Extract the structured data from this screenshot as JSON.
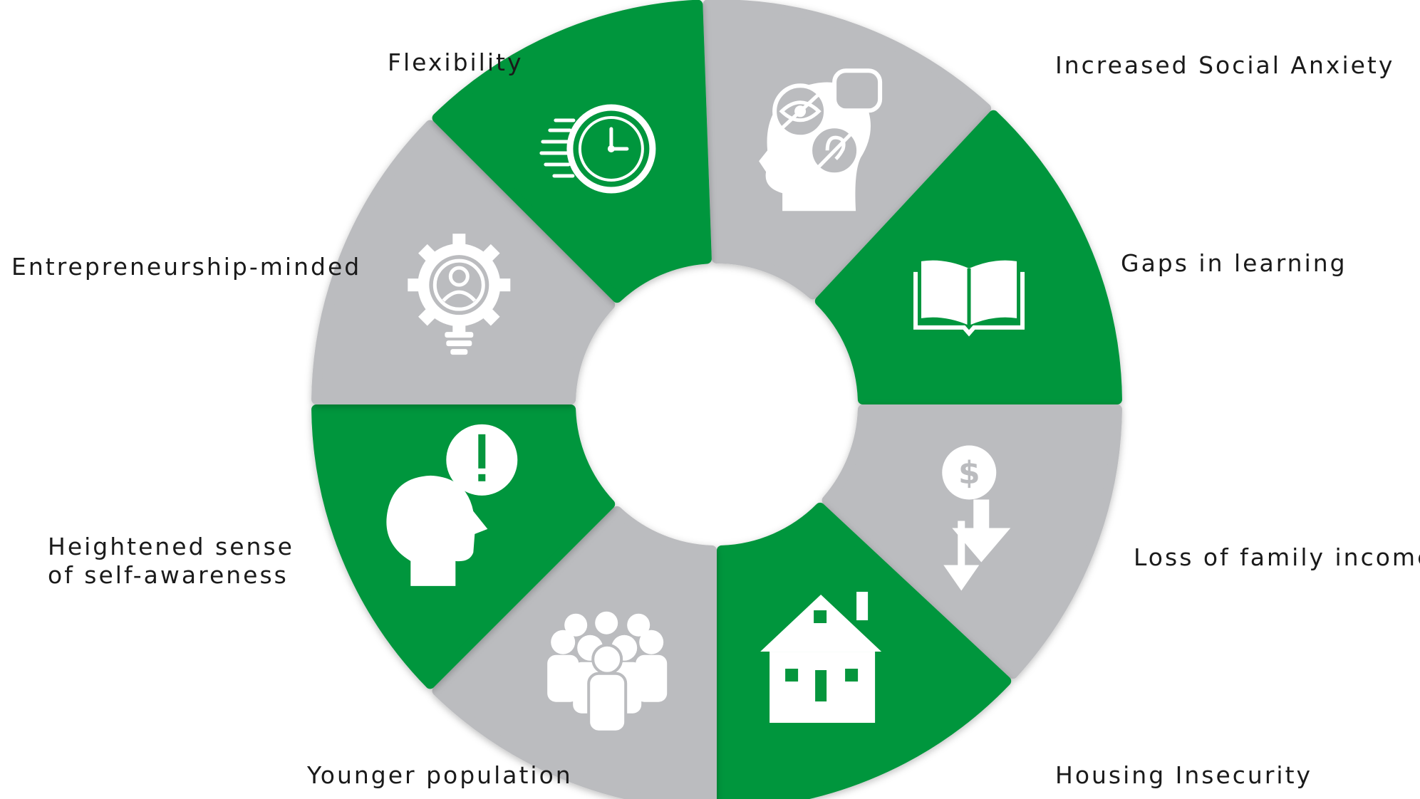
{
  "colors": {
    "green": "#05963D",
    "gray": "#BBBCBF",
    "icon": "#FFFFFF",
    "text": "#1A1A1A"
  },
  "segments": [
    {
      "key": "social-anxiety",
      "label": "Increased Social Anxiety",
      "fill": "gray",
      "icon": "head-hidden-senses-icon"
    },
    {
      "key": "learning-gaps",
      "label": "Gaps in learning",
      "fill": "green",
      "icon": "open-book-icon"
    },
    {
      "key": "family-income",
      "label": "Loss of family income",
      "fill": "gray",
      "icon": "dollar-down-arrow-icon"
    },
    {
      "key": "housing",
      "label": "Housing Insecurity",
      "fill": "green",
      "icon": "house-icon"
    },
    {
      "key": "younger-pop",
      "label": "Younger population",
      "fill": "gray",
      "icon": "group-people-icon"
    },
    {
      "key": "self-awareness",
      "label": "Heightened sense\nof self-awareness",
      "fill": "green",
      "icon": "head-exclamation-icon"
    },
    {
      "key": "entrepreneur",
      "label": "Entrepreneurship-minded",
      "fill": "gray",
      "icon": "gear-lightbulb-person-icon"
    },
    {
      "key": "flexibility",
      "label": "Flexibility",
      "fill": "green",
      "icon": "fast-clock-icon"
    }
  ]
}
